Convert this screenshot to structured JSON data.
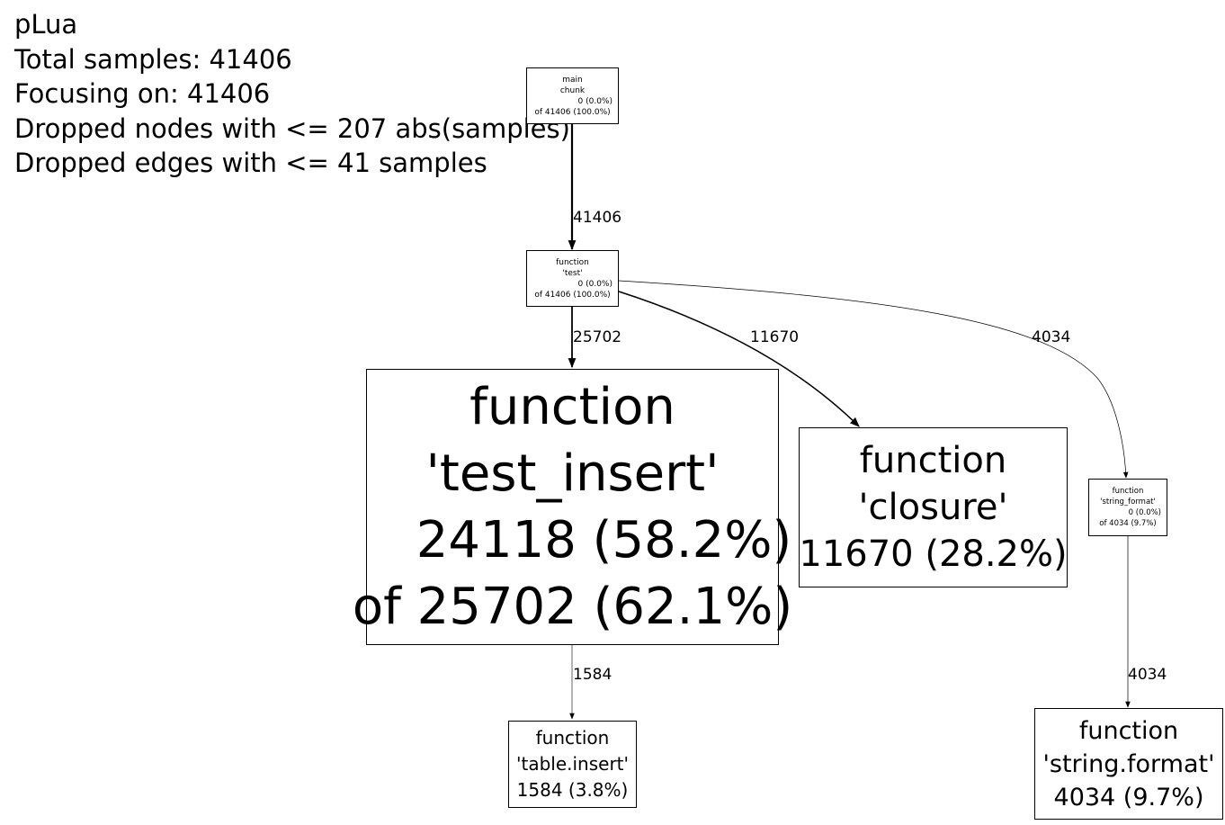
{
  "header": {
    "lines": [
      "pLua",
      "Total samples: 41406",
      "Focusing on: 41406",
      "Dropped nodes with <= 207 abs(samples)",
      "Dropped edges with <= 41 samples"
    ]
  },
  "nodes": {
    "main_chunk": {
      "lines": [
        "main",
        "chunk",
        "0 (0.0%)",
        "of 41406 (100.0%)"
      ]
    },
    "test": {
      "lines": [
        "function",
        "'test'",
        "0 (0.0%)",
        "of 41406 (100.0%)"
      ]
    },
    "test_insert": {
      "lines": [
        "function",
        "'test_insert'",
        "24118 (58.2%)",
        "of 25702 (62.1%)"
      ]
    },
    "closure": {
      "lines": [
        "function",
        "'closure'",
        "11670 (28.2%)"
      ]
    },
    "string_format_wrap": {
      "lines": [
        "function",
        "'string_format'",
        "0 (0.0%)",
        "of 4034 (9.7%)"
      ]
    },
    "table_insert": {
      "lines": [
        "function",
        "'table.insert'",
        "1584 (3.8%)"
      ]
    },
    "string_format": {
      "lines": [
        "function",
        "'string.format'",
        "4034 (9.7%)"
      ]
    }
  },
  "edges": {
    "main_to_test": "41406",
    "test_to_test_insert": "25702",
    "test_to_closure": "11670",
    "test_to_string_format": "4034",
    "test_insert_to_table_insert": "1584",
    "string_format_to_string_format": "4034"
  },
  "colors": {
    "stroke": "#000000",
    "background": "#ffffff"
  }
}
